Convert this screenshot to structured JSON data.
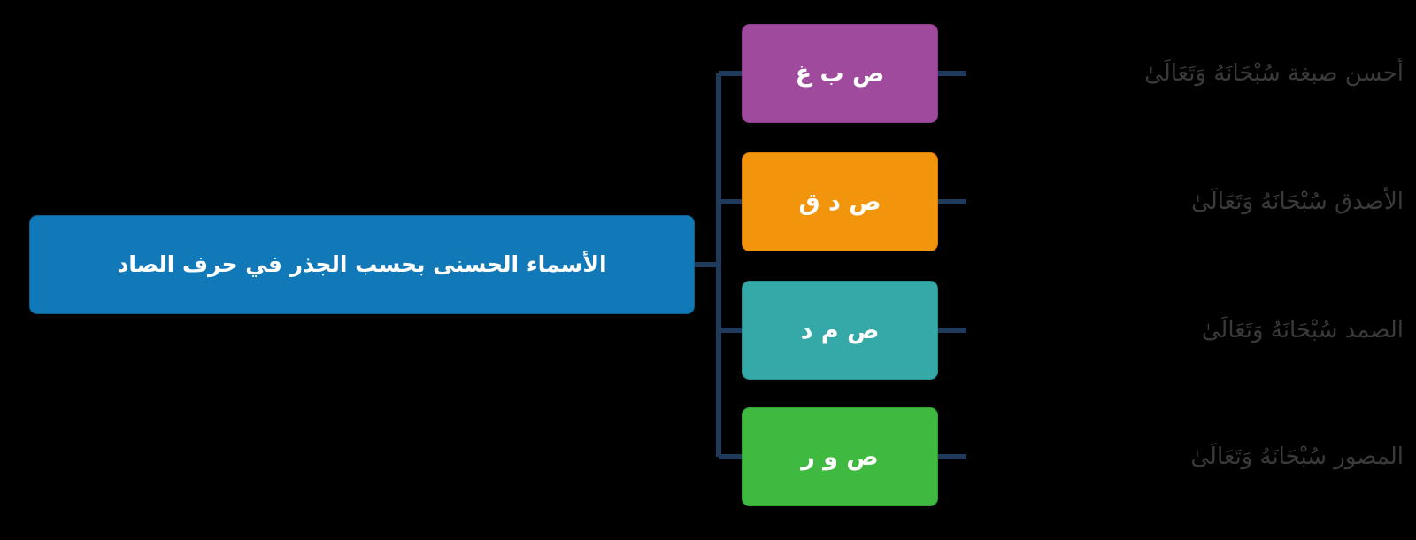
{
  "diagram": {
    "type": "horizontal-tree",
    "direction": "rtl",
    "background_color": "#000000",
    "connector_color": "#203A5C"
  },
  "root": {
    "label": "الأسماء الحسنى بحسب الجذر في حرف الصاد",
    "color": "#1179B8",
    "text_color": "#FFFFFF"
  },
  "branches": [
    {
      "root_letters": "ص ب غ",
      "color": "#A04A9E",
      "text_color": "#FFFFFF",
      "leaf_label": "أحسن صبغة سُبْحَانَهُ وَتَعَالَىٰ",
      "leaf_text_color": "#3A3A3A"
    },
    {
      "root_letters": "ص د ق",
      "color": "#F3940D",
      "text_color": "#FFFFFF",
      "leaf_label": "الأصدق سُبْحَانَهُ وَتَعَالَىٰ",
      "leaf_text_color": "#3A3A3A"
    },
    {
      "root_letters": "ص م د",
      "color": "#35A8A8",
      "text_color": "#FFFFFF",
      "leaf_label": "الصمد سُبْحَانَهُ وَتَعَالَىٰ",
      "leaf_text_color": "#3A3A3A"
    },
    {
      "root_letters": "ص و ر",
      "color": "#3FB93F",
      "text_color": "#FFFFFF",
      "leaf_label": "المصور سُبْحَانَهُ وَتَعَالَىٰ",
      "leaf_text_color": "#3A3A3A"
    }
  ]
}
